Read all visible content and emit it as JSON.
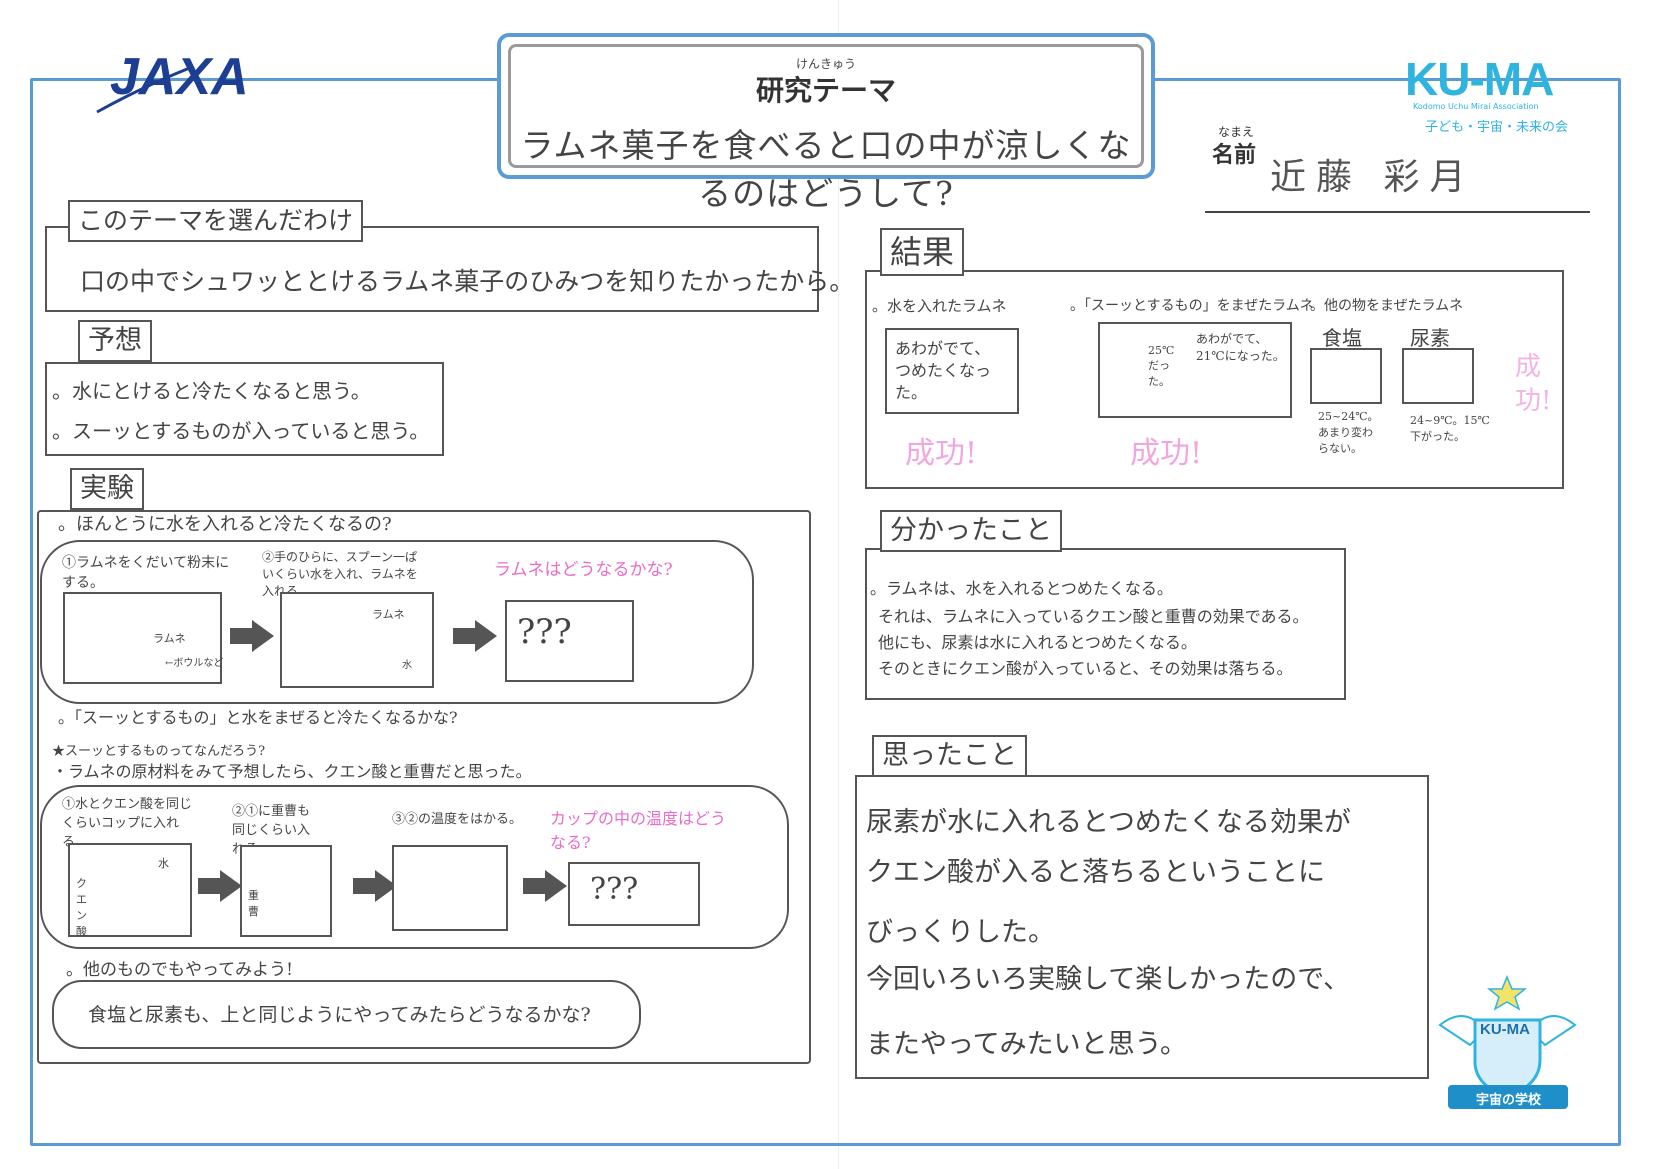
{
  "header": {
    "logo_left": "JAXA",
    "theme_ruby": "けんきゅう",
    "theme_label": "研究テーマ",
    "theme_title": "ラムネ菓子を食べると口の中が涼しくなるのはどうして?",
    "logo_right": "KU-MA",
    "logo_right_sub": "Kodomo Uchu Mirai Association",
    "logo_right_jp": "子ども・宇宙・未来の会",
    "name_ruby": "なまえ",
    "name_label": "名前",
    "name_value": "近藤 彩月"
  },
  "reason": {
    "heading": "このテーマを選んだわけ",
    "text": "口の中でシュワッととけるラムネ菓子のひみつを知りたかったから。"
  },
  "prediction": {
    "heading": "予想",
    "items": [
      "。水にとけると冷たくなると思う。",
      "。スーッとするものが入っていると思う。"
    ]
  },
  "experiment": {
    "heading": "実験",
    "q1": "。ほんとうに水を入れると冷たくなるの?",
    "step1": "①ラムネをくだいて粉末にする。",
    "step1_label": "ラムネ",
    "step1_tool": "←ボウルなど",
    "step2": "②手のひらに、スプーン一ぱいくらい水を入れ、ラムネを入れる。",
    "step2_label": "ラムネ",
    "step2_water": "水",
    "q1_bubble": "ラムネはどうなるかな?",
    "unknown": "???",
    "q2": "。「スーッとするもの」と水をまぜると冷たくなるかな?",
    "q2_note_title": "★スーッとするものってなんだろう?",
    "q2_note": "・ラムネの原材料をみて予想したら、クエン酸と重曹だと思った。",
    "step3": "①水とクエン酸を同じくらいコップに入れる。",
    "step3_label_a": "クエン酸",
    "step3_label_b": "水",
    "step4": "②①に重曹も同じくらい入れる。",
    "step4_label": "重曹",
    "step5": "③②の温度をはかる。",
    "q2_bubble": "カップの中の温度はどうなる?",
    "q3": "。他のものでもやってみよう!",
    "q3_text": "食塩と尿素も、上と同じようにやってみたらどうなるかな?"
  },
  "result": {
    "heading": "結果",
    "r1_title": "。水を入れたラムネ",
    "r1_text": "あわがでて、つめたくなった。",
    "r1_stamp": "成功!",
    "r2_title": "。「スーッとするもの」をまぜたラムネ",
    "r2_temp_a": "25℃だった。",
    "r2_text": "あわがでて、21℃になった。",
    "r2_stamp": "成功!",
    "r3_title": "。他の物をまぜたラムネ",
    "r3_a_label": "食塩",
    "r3_a_text": "25~24℃。あまり変わらない。",
    "r3_b_label": "尿素",
    "r3_b_text": "24~9℃。15℃下がった。",
    "r3_stamp": "成功!"
  },
  "learned": {
    "heading": "分かったこと",
    "lines": [
      "。ラムネは、水を入れるとつめたくなる。",
      "それは、ラムネに入っているクエン酸と重曹の効果である。",
      "他にも、尿素は水に入れるとつめたくなる。",
      "そのときにクエン酸が入っていると、その効果は落ちる。"
    ]
  },
  "thoughts": {
    "heading": "思ったこと",
    "lines": [
      "尿素が水に入れるとつめたくなる効果が",
      "クエン酸が入ると落ちるということに",
      "びっくりした。",
      "今回いろいろ実験して楽しかったので、",
      "またやってみたいと思う。"
    ]
  },
  "badge": {
    "text": "KU-MA",
    "caption": "宇宙の学校"
  },
  "colors": {
    "frame": "#5b9bd5",
    "ink": "#444444",
    "pink_ink": "#e86cc8",
    "brand": "#2fb4e0",
    "jaxa_blue": "#1c3f94"
  }
}
